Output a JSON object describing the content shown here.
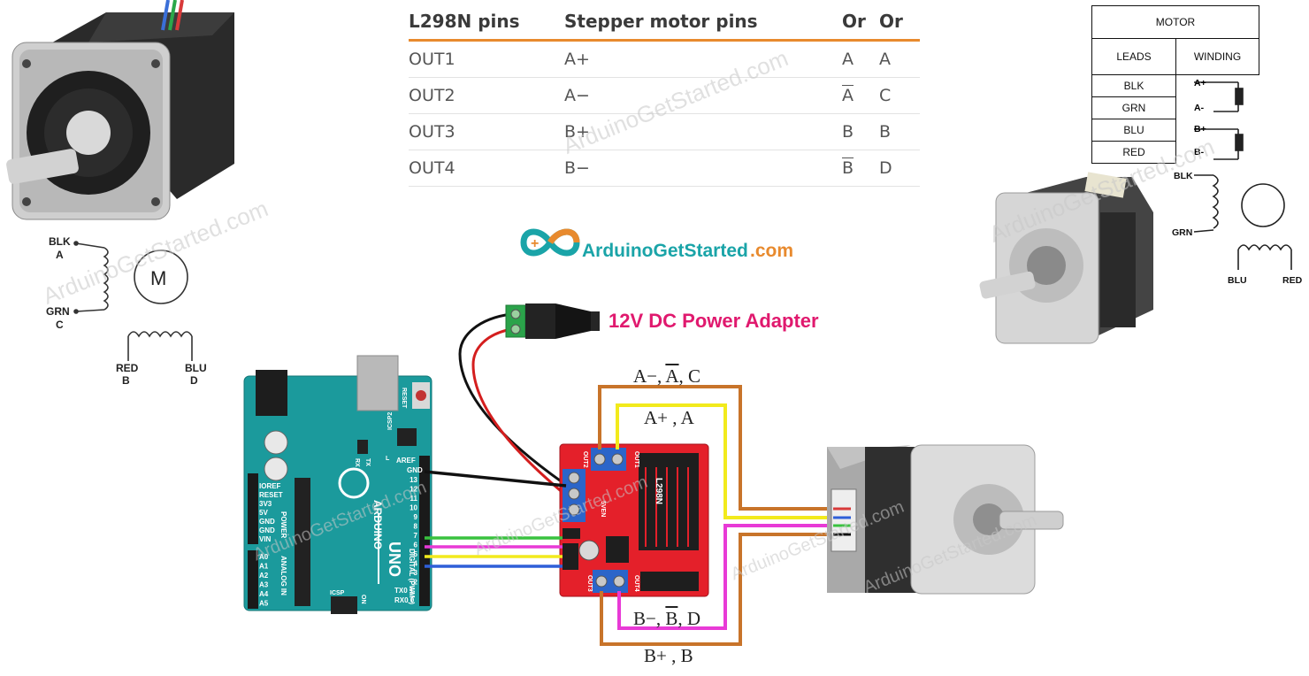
{
  "pin_table": {
    "headers": [
      "L298N pins",
      "Stepper motor pins",
      "Or",
      "Or"
    ],
    "rows": [
      {
        "l298n": "OUT1",
        "stepper": "A+",
        "or1": "A",
        "or1_overline": false,
        "or2": "A"
      },
      {
        "l298n": "OUT2",
        "stepper": "A−",
        "or1": "A",
        "or1_overline": true,
        "or2": "C"
      },
      {
        "l298n": "OUT3",
        "stepper": "B+",
        "or1": "B",
        "or1_overline": false,
        "or2": "B"
      },
      {
        "l298n": "OUT4",
        "stepper": "B−",
        "or1": "B",
        "or1_overline": true,
        "or2": "D"
      }
    ]
  },
  "brand": {
    "name_main": "ArduinoGetStarted",
    "name_suffix": ".com",
    "plus_sign": "+"
  },
  "power_label": "12V DC Power Adapter",
  "watermark": "ArduinoGetStarted.com",
  "left_schematic": {
    "blk": "BLK",
    "a": "A",
    "grn": "GRN",
    "c": "C",
    "red": "RED",
    "b": "B",
    "blu": "BLU",
    "d": "D",
    "motor": "M"
  },
  "right_schematic": {
    "title": "MOTOR",
    "leads": "LEADS",
    "winding": "WINDING",
    "lead_rows": [
      "BLK",
      "GRN",
      "BLU",
      "RED"
    ],
    "winding_rows": [
      "A+",
      "A-",
      "B+",
      "B-"
    ],
    "blk": "BLK",
    "grn": "GRN",
    "blu": "BLU",
    "red": "RED"
  },
  "wire_labels": {
    "a_minus_pre": "A−, ",
    "a_minus_ovl": "A",
    "a_minus_post": ", C",
    "a_plus": "A+ , A",
    "b_minus_pre": "B−, ",
    "b_minus_ovl": "B",
    "b_minus_post": ", D",
    "b_plus": "B+ , B"
  },
  "arduino": {
    "brand": "ARDUINO",
    "model": "UNO",
    "reset": "RESET",
    "icsp2": "ICSP2",
    "icsp": "ICSP",
    "aref": "AREF",
    "gnd": "GND",
    "digital_pins": [
      "13",
      "12",
      "11",
      "10",
      "9",
      "8",
      "7",
      "6",
      "5",
      "4",
      "3",
      "2"
    ],
    "tx": "TX0 1",
    "rx": "RX0 0",
    "digital_label": "DIGITAL (PWM~)",
    "power_pins": [
      "IOREF",
      "RESET",
      "3V3",
      "5V",
      "GND",
      "GND",
      "VIN"
    ],
    "power_label": "POWER",
    "analog_pins": [
      "A0",
      "A1",
      "A2",
      "A3",
      "A4",
      "A5"
    ],
    "analog_label": "ANALOG IN",
    "on": "ON",
    "tx_led": "TX",
    "rx_led": "RX",
    "l_led": "L"
  },
  "l298n": {
    "chip": "L298N",
    "out1": "OUT1",
    "out2": "OUT2",
    "out3": "OUT3",
    "out4": "OUT4",
    "v5en": "5VEN"
  },
  "colors": {
    "table_accent": "#e88a2e",
    "power_label": "#e0196e",
    "board_red": "#e4202a",
    "arduino_teal": "#1b9a9c",
    "wire_orange": "#c8742a",
    "wire_yellow": "#f2ea1c",
    "wire_pink": "#e83ad6",
    "wire_green": "#39c23f",
    "wire_blue": "#2f5fd8",
    "brand_orange": "#e88a2e",
    "brand_teal": "#1aa4a8"
  }
}
